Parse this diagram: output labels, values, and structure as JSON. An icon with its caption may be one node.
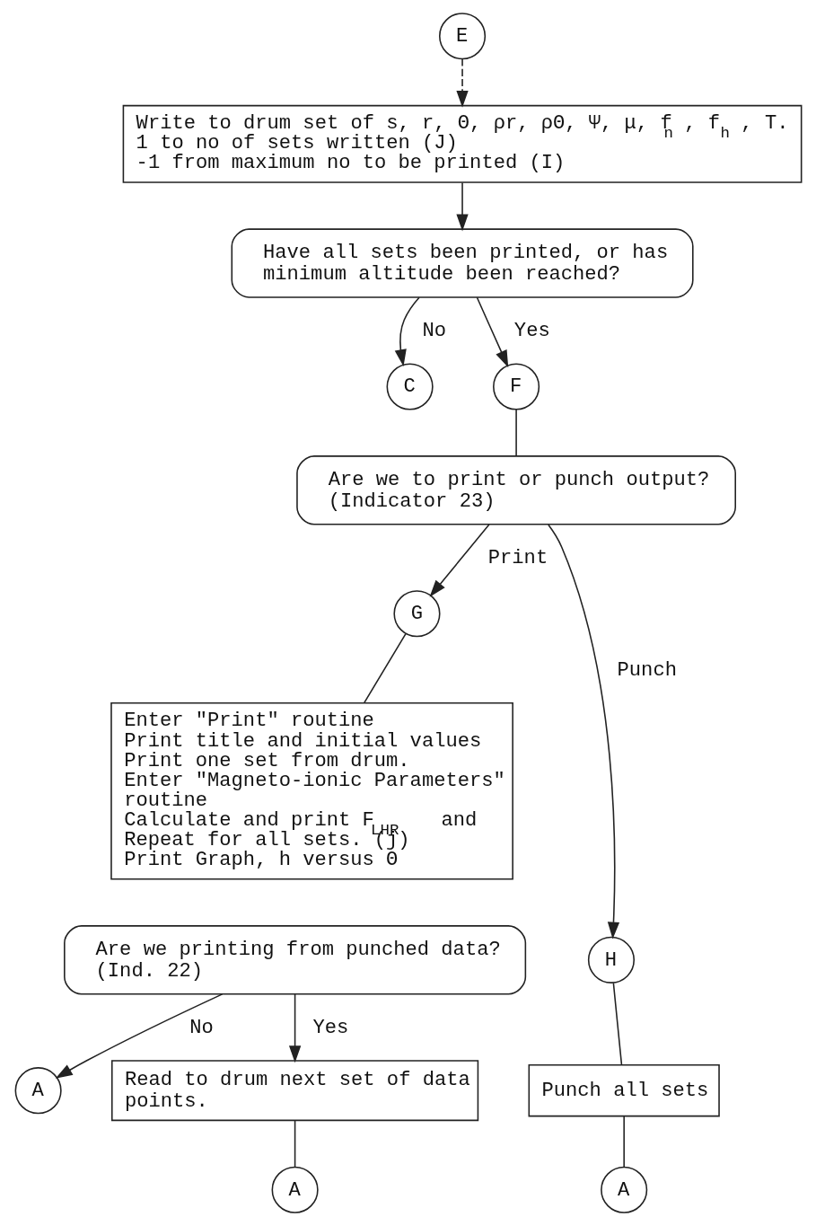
{
  "diagram": {
    "nodes": [
      {
        "text": [
          "E"
        ]
      },
      {
        "text": [
          "Write to drum set of s, r, Θ, ρr, ρΘ, Ψ, μ, f$_{n}$, f$_{h}$, T.",
          "1 to no of sets written (J)",
          "-1 from maximum no to be printed (I)"
        ]
      },
      {
        "text": [
          "Have all sets been printed, or has minimum altitude been reached?"
        ]
      },
      {
        "text": [
          "C"
        ]
      },
      {
        "text": [
          "F"
        ]
      },
      {
        "text": [
          "Are we to print or punch output? (Indicator 23)"
        ]
      },
      {
        "text": [
          "G"
        ]
      },
      {
        "text": [
          "Enter \"Print\" routine",
          "Print title and initial values",
          "Print one set from drum.",
          "Enter \"Magneto-ionic Parameters\" routine",
          "Calculate and print F$_{LHR}$ and",
          "Repeat for all sets. (j)",
          "Print Graph, h versus Θ"
        ]
      },
      {
        "text": [
          "Are we printing from punched data? (Ind. 22)"
        ]
      },
      {
        "text": [
          "A"
        ]
      },
      {
        "text": [
          "Read to drum next set of data points."
        ]
      },
      {
        "text": [
          "H"
        ]
      },
      {
        "text": [
          "A"
        ]
      },
      {
        "text": [
          "Punch all sets"
        ]
      },
      {
        "text": [
          "A"
        ]
      }
    ],
    "edges": [
      {
        "from": 0,
        "to": 1,
        "arrow": "to",
        "style": "dashed"
      },
      {
        "from": 1,
        "to": 2,
        "arrow": "to"
      },
      {
        "from": 2,
        "to": 3,
        "arrow": "to",
        "label": "No"
      },
      {
        "from": 2,
        "to": 4,
        "arrow": "to",
        "label": "Yes"
      },
      {
        "from": 4,
        "to": 5,
        "arrow": "none"
      },
      {
        "from": 5,
        "to": 6,
        "arrow": "to",
        "label": "Print"
      },
      {
        "from": 5,
        "to": 11,
        "arrow": "to",
        "label": "Punch"
      },
      {
        "from": 6,
        "to": 7,
        "arrow": "none"
      },
      {
        "from": 8,
        "to": 10,
        "arrow": "to",
        "label": "Yes"
      },
      {
        "from": 8,
        "to": 9,
        "arrow": "to",
        "label": "No"
      },
      {
        "from": 10,
        "to": 12,
        "arrow": "none"
      },
      {
        "from": 11,
        "to": 13,
        "arrow": "none"
      },
      {
        "from": 13,
        "to": 14,
        "arrow": "none"
      }
    ]
  }
}
